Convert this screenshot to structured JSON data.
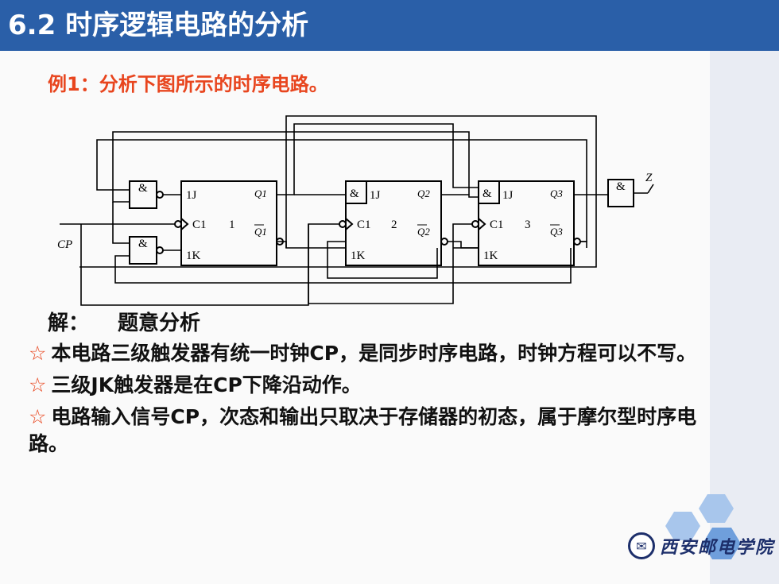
{
  "slide": {
    "title": "6.2  时序逻辑电路的分析",
    "example_title": "例1：分析下图所示的时序电路。",
    "solution_label": "解：",
    "solution_subtitle": "题意分析",
    "bullets": [
      "本电路三级触发器有统一时钟CP，是同步时序电路，时钟方程可以不写。",
      "三级JK触发器是在CP下降沿动作。",
      "电路输入信号CP，次态和输出只取决于存储器的初态，属于摩尔型时序电路。"
    ],
    "bullet_marker": "☆",
    "logo_text": "西安邮电学院"
  },
  "circuit": {
    "cp_label": "CP",
    "output_label": "Z",
    "and_symbol": "&",
    "flipflops": [
      {
        "number": "1",
        "j": "1J",
        "k": "1K",
        "clk": "C1",
        "q": "Q1",
        "qn": "Q1"
      },
      {
        "number": "2",
        "j": "1J",
        "k": "1K",
        "clk": "C1",
        "q": "Q2",
        "qn": "Q2"
      },
      {
        "number": "3",
        "j": "1J",
        "k": "1K",
        "clk": "C1",
        "q": "Q3",
        "qn": "Q3"
      }
    ]
  },
  "colors": {
    "title_bar": "#2a5fa8",
    "accent": "#e8451e",
    "hexagon_light": "#a8c6ec",
    "hexagon_dark": "#6f9fdc"
  }
}
